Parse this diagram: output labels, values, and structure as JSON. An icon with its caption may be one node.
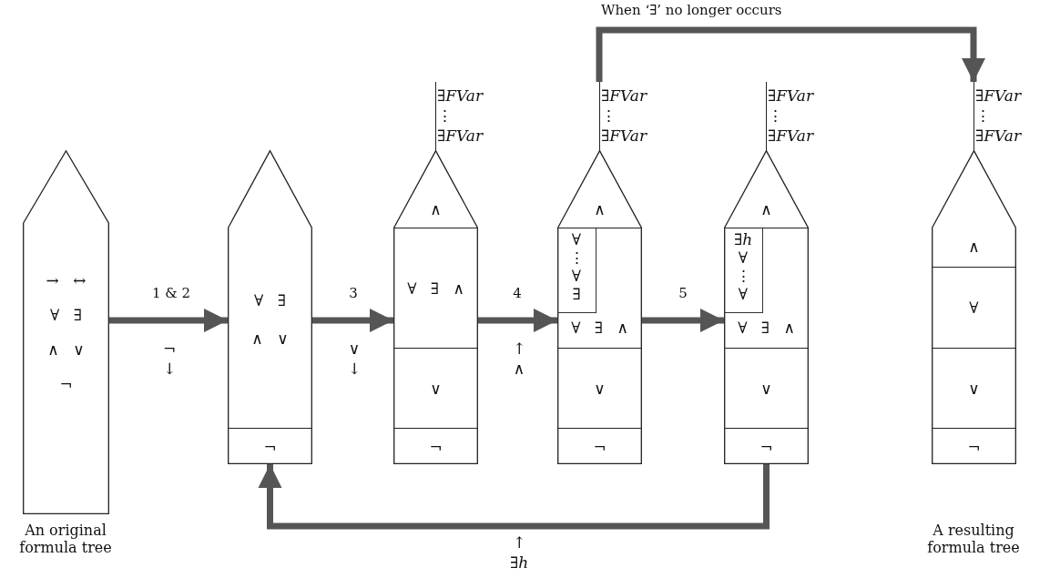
{
  "diagram": {
    "nodes": [
      {
        "text": [
          "→ ↔",
          "∀ ∃",
          "∧ ∨",
          "¬"
        ],
        "beside": [
          "An original formula tree"
        ]
      },
      {
        "text": [],
        "shape": "pentagon"
      },
      {
        "text": [
          "∀ ∃",
          "∧ ∨"
        ],
        "in": 1
      },
      {
        "text": [
          "¬"
        ],
        "in": 1
      },
      {
        "text": [
          "∃*FVar*",
          "⋮",
          "∃*FVar*"
        ]
      },
      {
        "text": [],
        "shape": "pentagon"
      },
      {
        "text": [
          "∧"
        ],
        "in": 5
      },
      {
        "text": [
          "∀ ∃ ∧"
        ],
        "in": 5
      },
      {
        "text": [
          "∨"
        ],
        "in": 5
      },
      {
        "text": [
          "¬"
        ],
        "in": 5
      },
      {
        "text": [
          "∃*FVar*",
          "⋮",
          "∃*FVar*"
        ]
      },
      {
        "text": [],
        "shape": "pentagon"
      },
      {
        "text": [
          "∧"
        ],
        "in": 11
      },
      {
        "text": [
          "∀ ∃ ∧"
        ],
        "in": 11
      },
      {
        "text": [
          "∀",
          "⋮",
          "∀",
          "∃"
        ],
        "in": 13
      },
      {
        "text": [
          "∨"
        ],
        "in": 11
      },
      {
        "text": [
          "¬"
        ],
        "in": 11
      },
      {
        "text": [
          "∃*FVar*",
          "⋮",
          "∃*FVar*"
        ]
      },
      {
        "text": [],
        "shape": "pentagon"
      },
      {
        "text": [
          "∧"
        ],
        "in": 18
      },
      {
        "text": [
          "∀ ∃ ∧"
        ],
        "in": 18
      },
      {
        "text": [
          "∃*h*",
          "∀",
          "⋮",
          "∀"
        ],
        "in": 20
      },
      {
        "text": [
          "∨"
        ],
        "in": 18
      },
      {
        "text": [
          "¬"
        ],
        "in": 18
      },
      {
        "text": [
          "∃*FVar*",
          "⋮",
          "∃*FVar*"
        ]
      },
      {
        "text": [],
        "shape": "pentagon"
      },
      {
        "text": [
          "∧"
        ],
        "in": 25
      },
      {
        "text": [
          "∀"
        ],
        "in": 25
      },
      {
        "text": [
          "∨"
        ],
        "in": 25
      },
      {
        "text": [
          "¬"
        ],
        "in": 25
      }
    ],
    "edges": [
      {
        "from": 0,
        "to": 1,
        "arrow": "to",
        "label": "1 & 2"
      },
      {
        "from": 1,
        "to": 5,
        "arrow": "to",
        "label": "3"
      },
      {
        "from": 5,
        "to": 11,
        "arrow": "to",
        "label": "4"
      },
      {
        "from": 11,
        "to": 18,
        "arrow": "to",
        "label": "5"
      },
      {
        "from": 10,
        "to": 24,
        "arrow": "to",
        "label": "When ‘∃’ no longer occurs"
      },
      {
        "from": 18,
        "to": 1,
        "arrow": "to",
        "label": "↑ ∃*h*"
      }
    ],
    "labels": [
      "¬ ↓",
      "∨ ↓",
      "↑ ∧",
      "A resulting formula tree"
    ]
  }
}
